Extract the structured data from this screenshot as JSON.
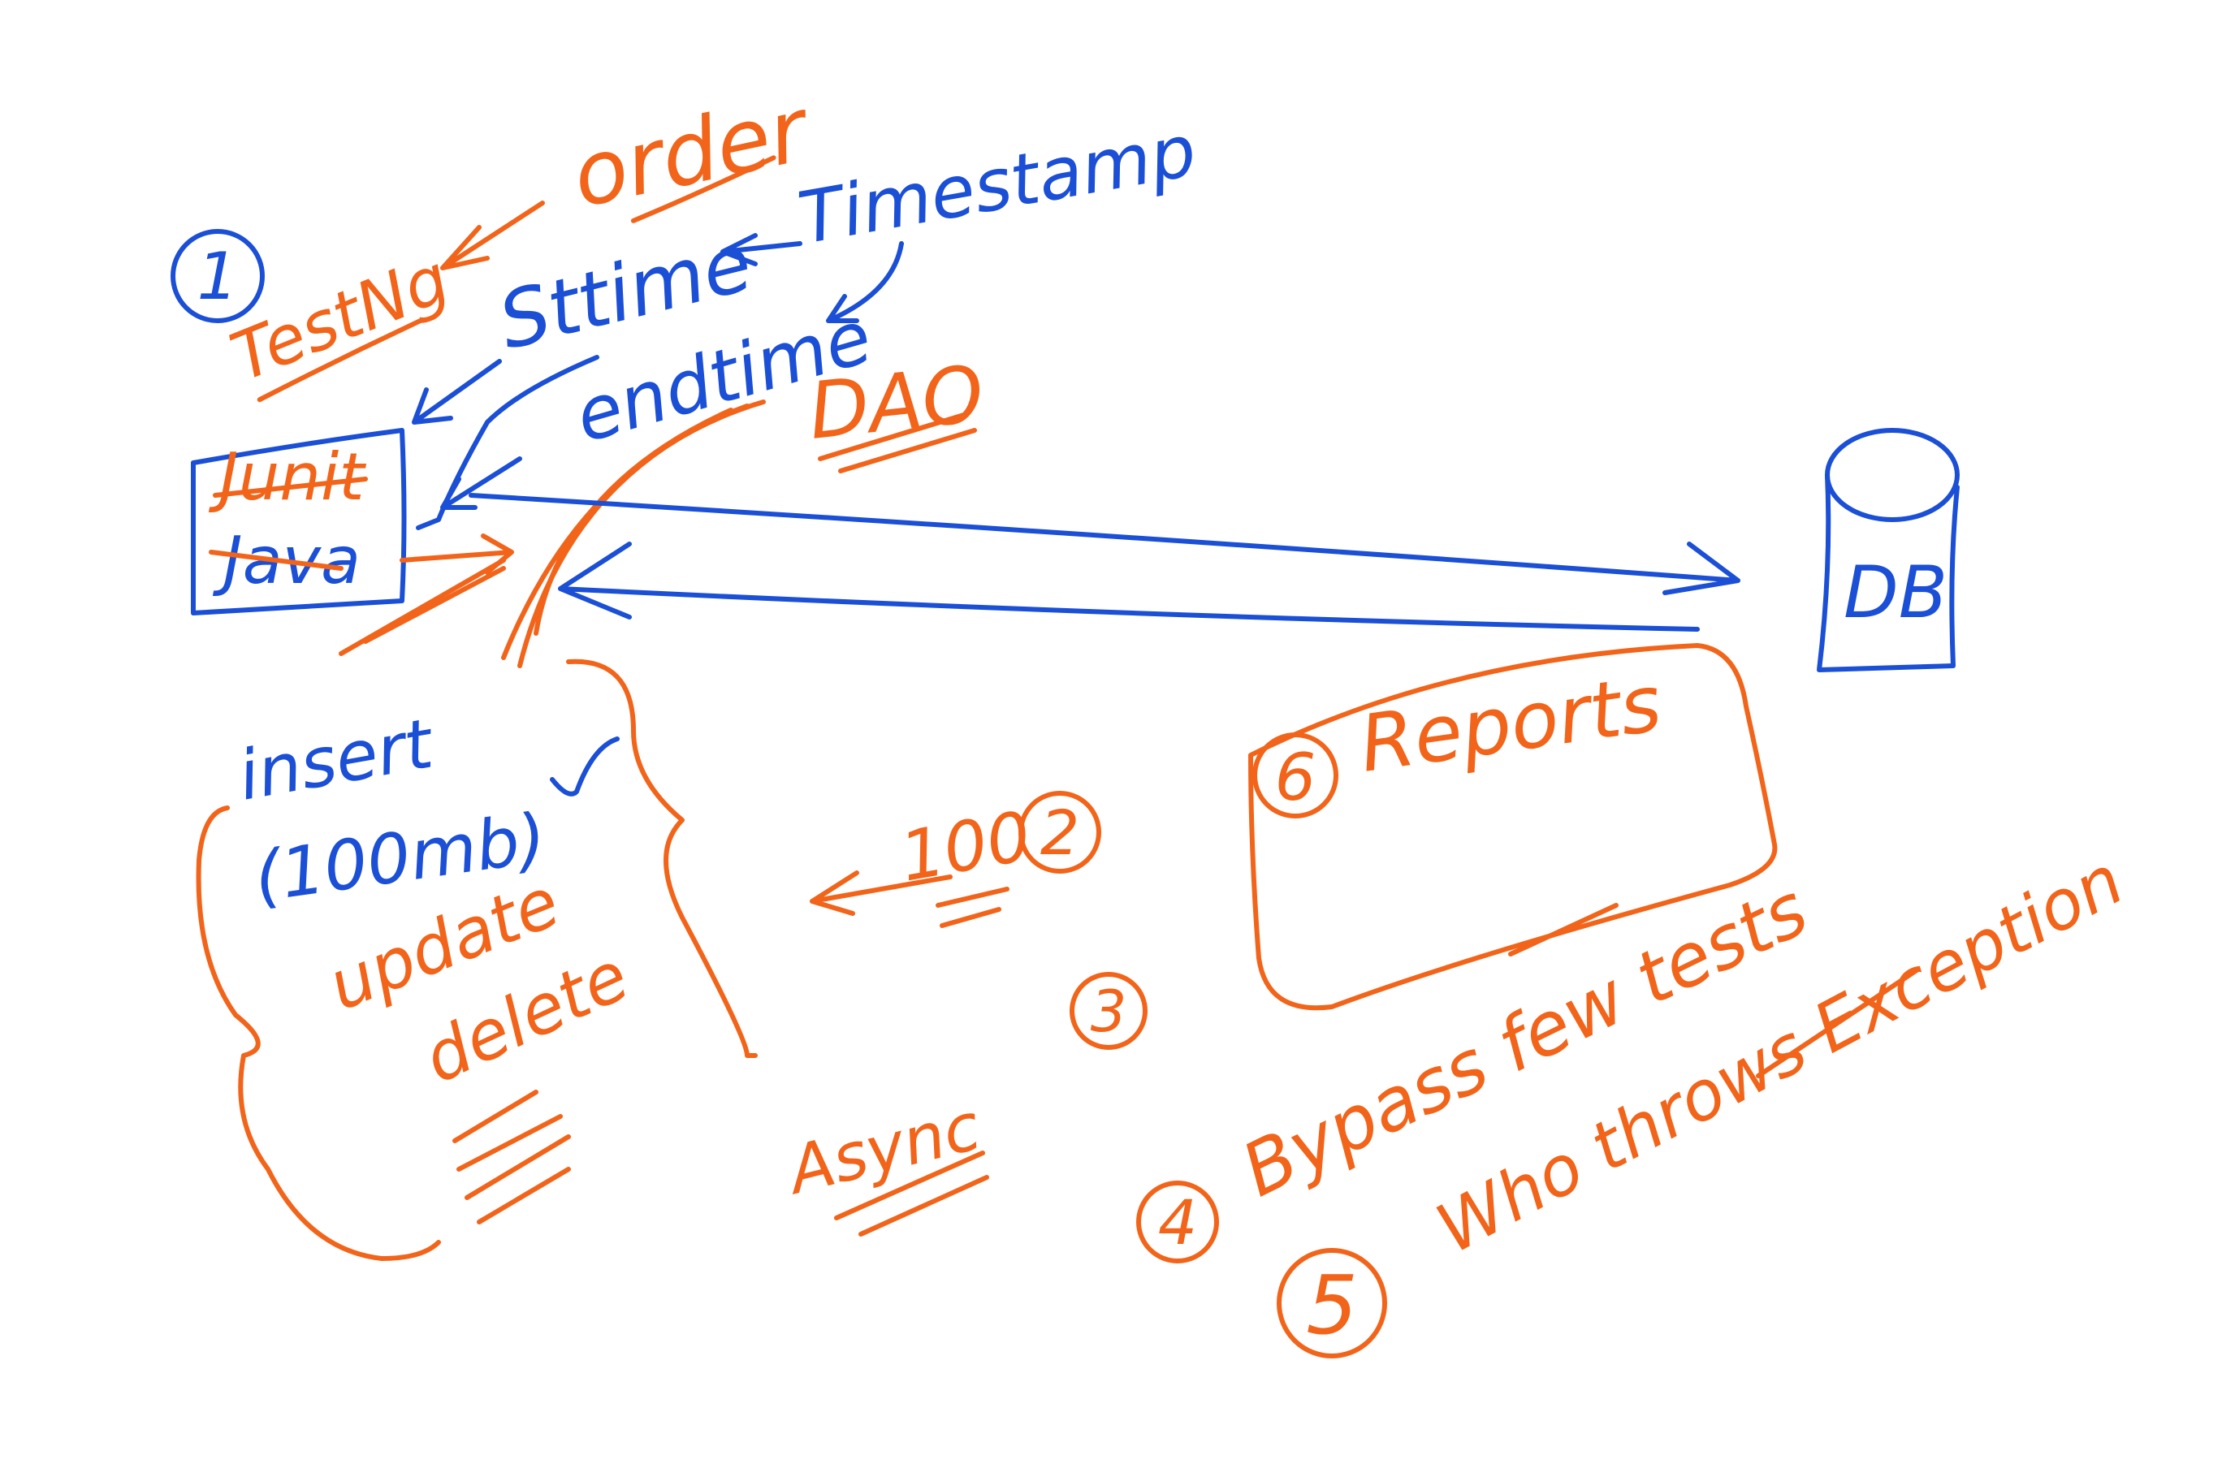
{
  "labels": {
    "step1": "1",
    "testng": "TestNg",
    "order": "order",
    "sttime": "Sttime",
    "timestamp": "Timestamp",
    "endtime": "endtime",
    "dao": "DAO",
    "junit": "Junit",
    "java": "Java",
    "db": "DB",
    "insert": "insert",
    "hundred_mb": "(100mb)",
    "update": "update",
    "delete": "delete",
    "hundred": "100",
    "step2": "2",
    "step3": "3",
    "async": "Async",
    "step6": "6",
    "reports": "Reports",
    "step4": "4",
    "bypass": "Bypass few tests",
    "step5": "5",
    "who_throws": "Who throws Exception"
  },
  "colors": {
    "blue": "#1a4fd6",
    "orange": "#f26419"
  }
}
